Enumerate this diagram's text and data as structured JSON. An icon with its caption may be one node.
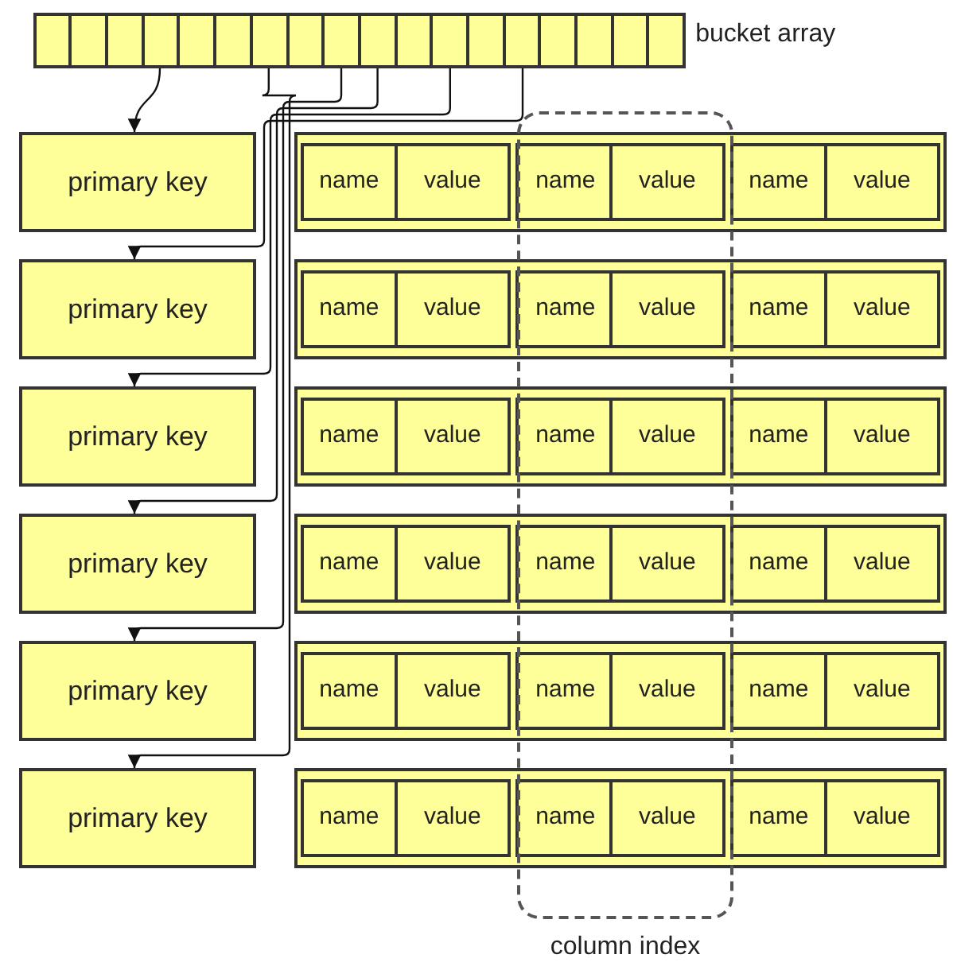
{
  "diagram": {
    "nodes": [
      {
        "text": [],
        "shape": "bar",
        "beside": [
          "bucket array"
        ]
      },
      {
        "text": [
          "primary key"
        ]
      },
      {
        "text": [
          "primary key"
        ]
      },
      {
        "text": [
          "primary key"
        ]
      },
      {
        "text": [
          "primary key"
        ]
      },
      {
        "text": [
          "primary key"
        ]
      },
      {
        "text": [
          "primary key"
        ]
      },
      {
        "text": [],
        "shape": "box"
      },
      {
        "text": [
          "name"
        ],
        "in": 7
      },
      {
        "text": [
          "value"
        ],
        "in": 7
      },
      {
        "text": [
          "name"
        ]
      },
      {
        "text": [
          "value"
        ]
      },
      {
        "text": [
          "name"
        ],
        "in": 7
      },
      {
        "text": [
          "value"
        ],
        "in": 7
      },
      {
        "text": [],
        "shape": "box"
      },
      {
        "text": [
          "name"
        ],
        "in": 14
      },
      {
        "text": [
          "value"
        ],
        "in": 14
      },
      {
        "text": [
          "name"
        ]
      },
      {
        "text": [
          "value"
        ]
      },
      {
        "text": [
          "name"
        ],
        "in": 14
      },
      {
        "text": [
          "value"
        ],
        "in": 14
      },
      {
        "text": [],
        "shape": "box"
      },
      {
        "text": [
          "name"
        ],
        "in": 21
      },
      {
        "text": [
          "value"
        ],
        "in": 21
      },
      {
        "text": [
          "name"
        ]
      },
      {
        "text": [
          "value"
        ]
      },
      {
        "text": [
          "name"
        ],
        "in": 21
      },
      {
        "text": [
          "value"
        ],
        "in": 21
      },
      {
        "text": [],
        "shape": "box"
      },
      {
        "text": [
          "name"
        ],
        "in": 28
      },
      {
        "text": [
          "value"
        ],
        "in": 28
      },
      {
        "text": [
          "name"
        ]
      },
      {
        "text": [
          "value"
        ]
      },
      {
        "text": [
          "name"
        ],
        "in": 28
      },
      {
        "text": [
          "value"
        ],
        "in": 28
      },
      {
        "text": [],
        "shape": "box"
      },
      {
        "text": [
          "name"
        ],
        "in": 35
      },
      {
        "text": [
          "value"
        ],
        "in": 35
      },
      {
        "text": [
          "name"
        ]
      },
      {
        "text": [
          "value"
        ]
      },
      {
        "text": [
          "name"
        ],
        "in": 35
      },
      {
        "text": [
          "value"
        ],
        "in": 35
      },
      {
        "text": [],
        "shape": "box"
      },
      {
        "text": [
          "name"
        ],
        "in": 42
      },
      {
        "text": [
          "value"
        ],
        "in": 42
      },
      {
        "text": [
          "name"
        ]
      },
      {
        "text": [
          "value"
        ]
      },
      {
        "text": [
          "name"
        ],
        "in": 42
      },
      {
        "text": [
          "value"
        ],
        "in": 42
      },
      {
        "text": [
          "column index"
        ]
      }
    ],
    "edges": [
      {
        "from": 0,
        "to": 1,
        "arrow": "to"
      },
      {
        "from": 0,
        "to": 2,
        "arrow": "to"
      },
      {
        "from": 0,
        "to": 3,
        "arrow": "to"
      },
      {
        "from": 0,
        "to": 4,
        "arrow": "to"
      },
      {
        "from": 0,
        "to": 5,
        "arrow": "to"
      },
      {
        "from": 0,
        "to": 6,
        "arrow": "to"
      }
    ]
  }
}
